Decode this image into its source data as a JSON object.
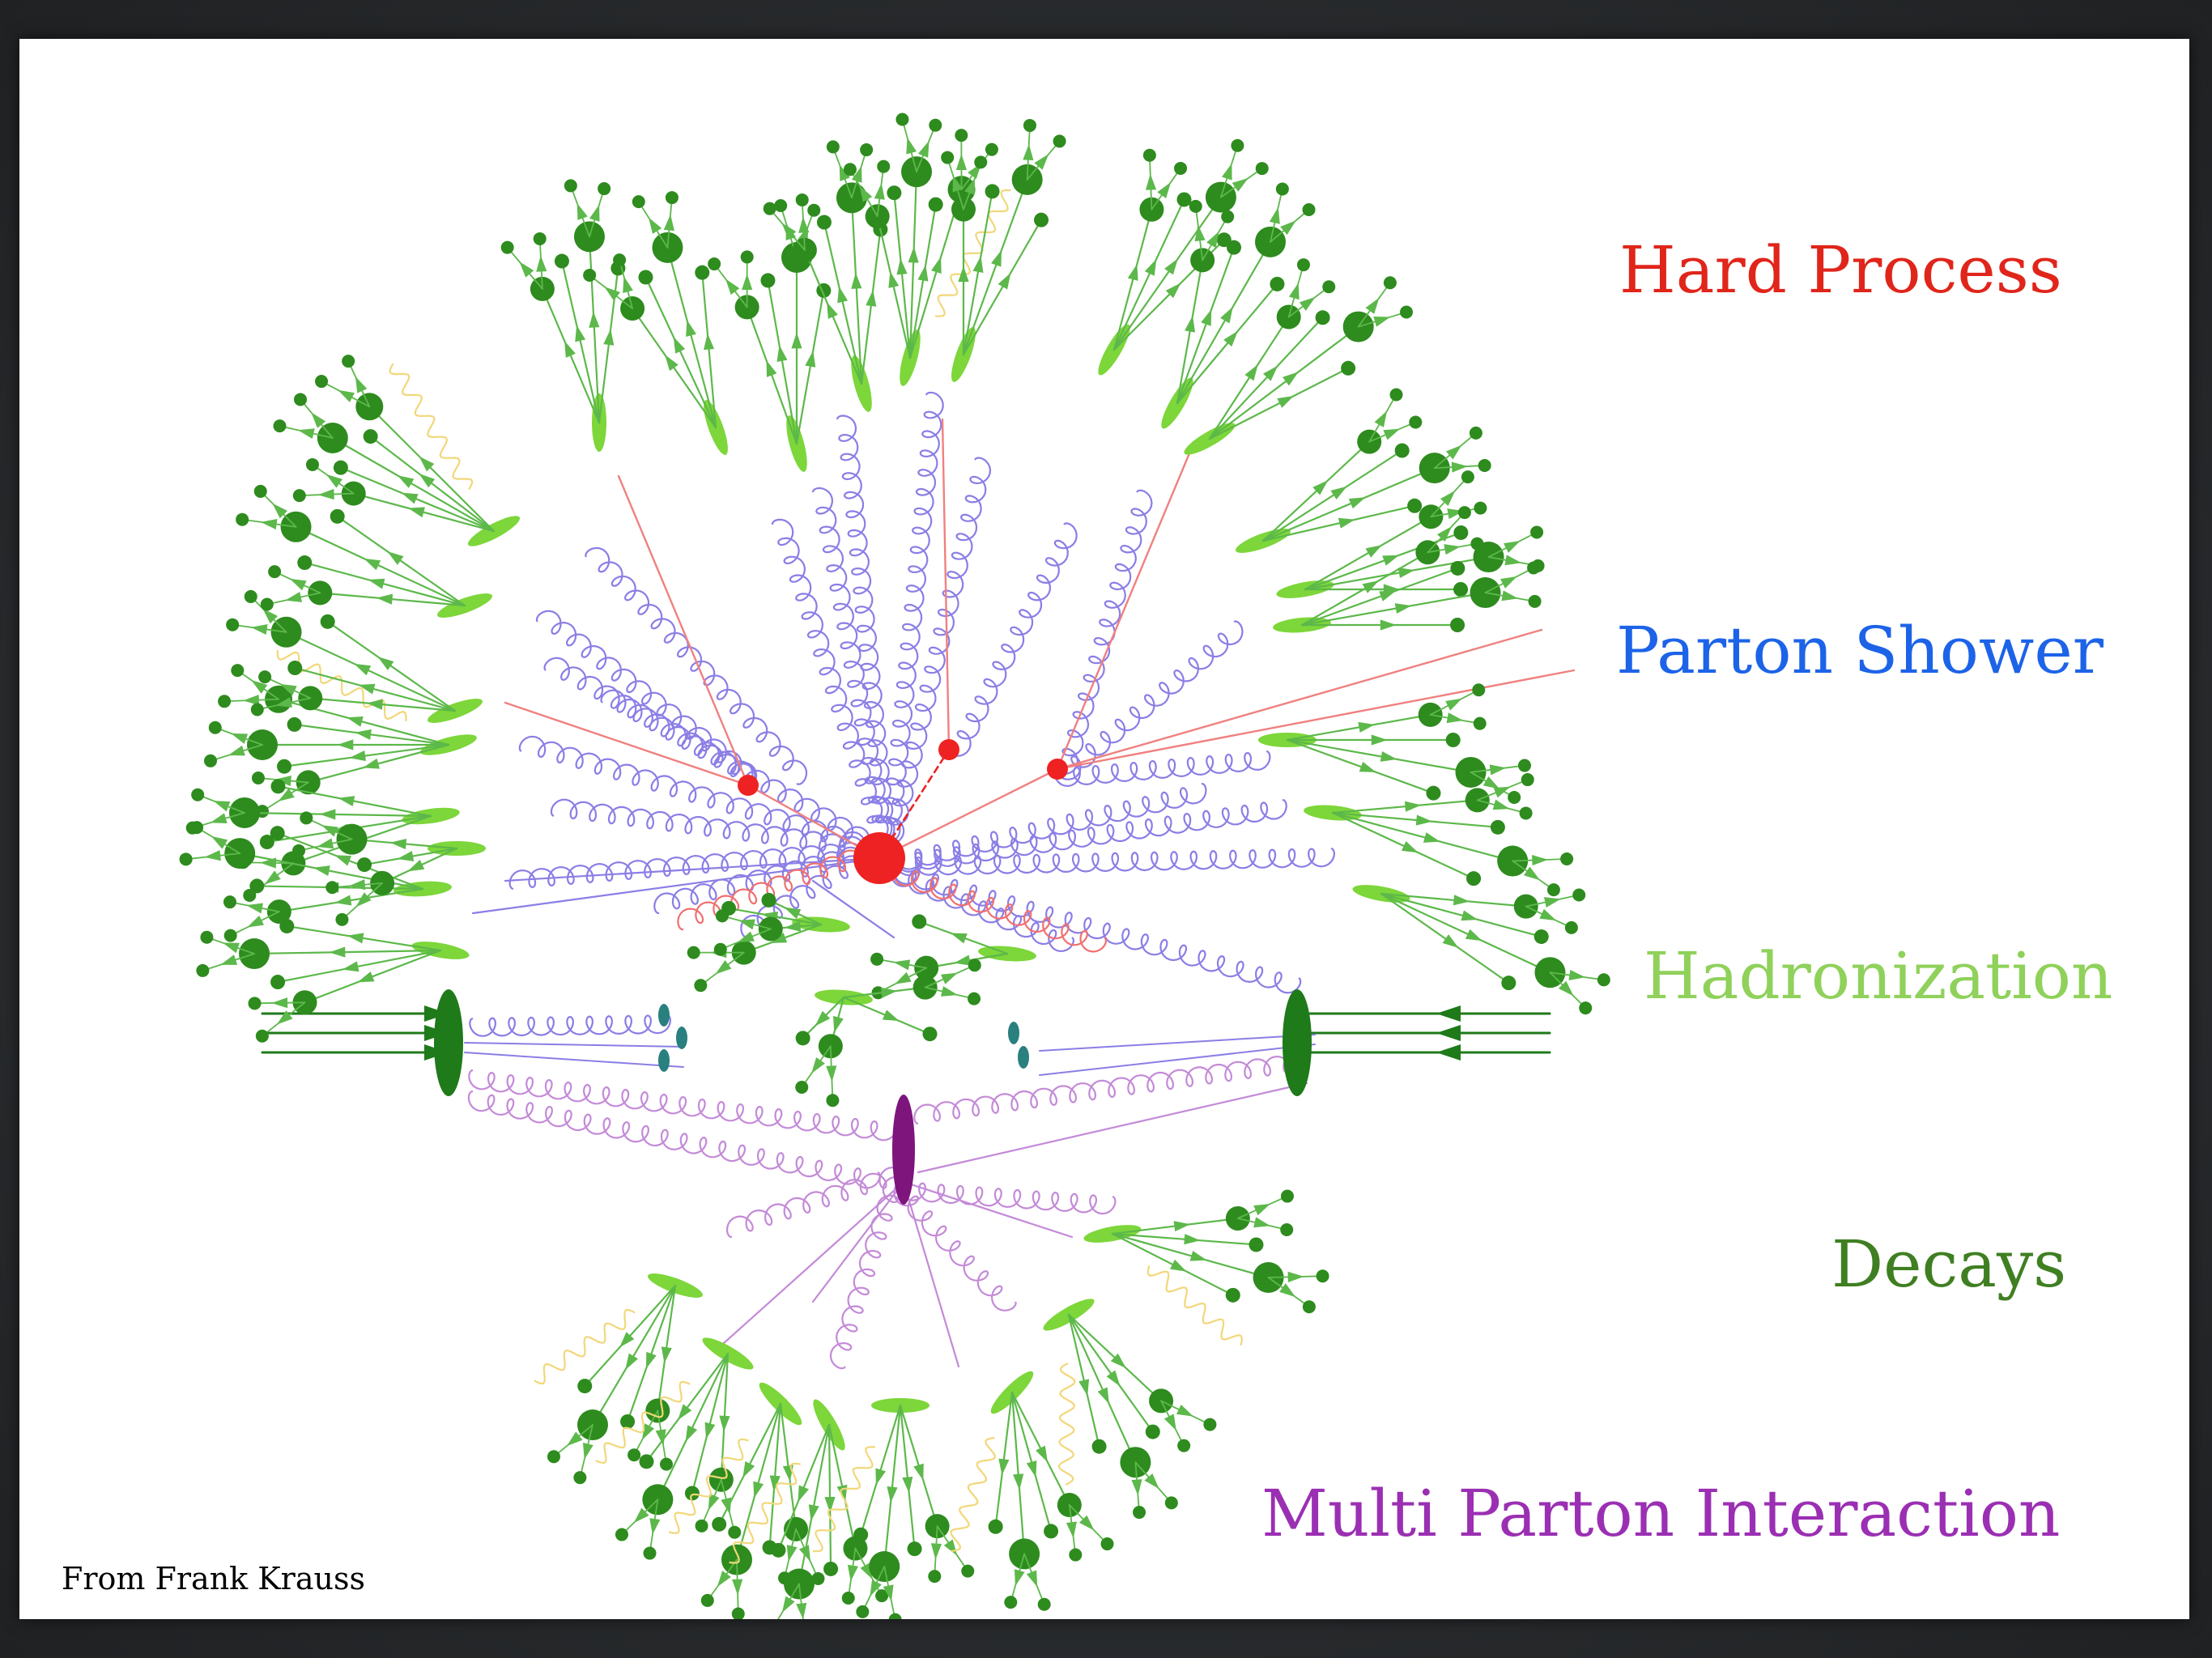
{
  "legend": [
    {
      "key": "hard_process",
      "text": "Hard Process",
      "color": "#e0251b"
    },
    {
      "key": "parton_shower",
      "text": "Parton Shower",
      "color": "#1d63e8"
    },
    {
      "key": "hadronization",
      "text": "Hadronization",
      "color": "#8fd15a"
    },
    {
      "key": "decays",
      "text": "Decays",
      "color": "#3f7f22"
    },
    {
      "key": "mpi",
      "text": "Multi Parton Interaction",
      "color": "#9b2fb3"
    }
  ],
  "credit": "From Frank Krauss",
  "colors": {
    "hard": "#ee2222",
    "hard_line": "#f08080",
    "shower": "#8a7ee6",
    "hadron_blob": "#7dd63a",
    "decay": "#2e8b1e",
    "decay_line": "#5cb84a",
    "beam_blob": "#1f7a1a",
    "mpi_blob": "#7d157d",
    "mpi_line": "#c48ad8",
    "remnant": "#2a7f7f",
    "photon": "#f2d77a"
  }
}
